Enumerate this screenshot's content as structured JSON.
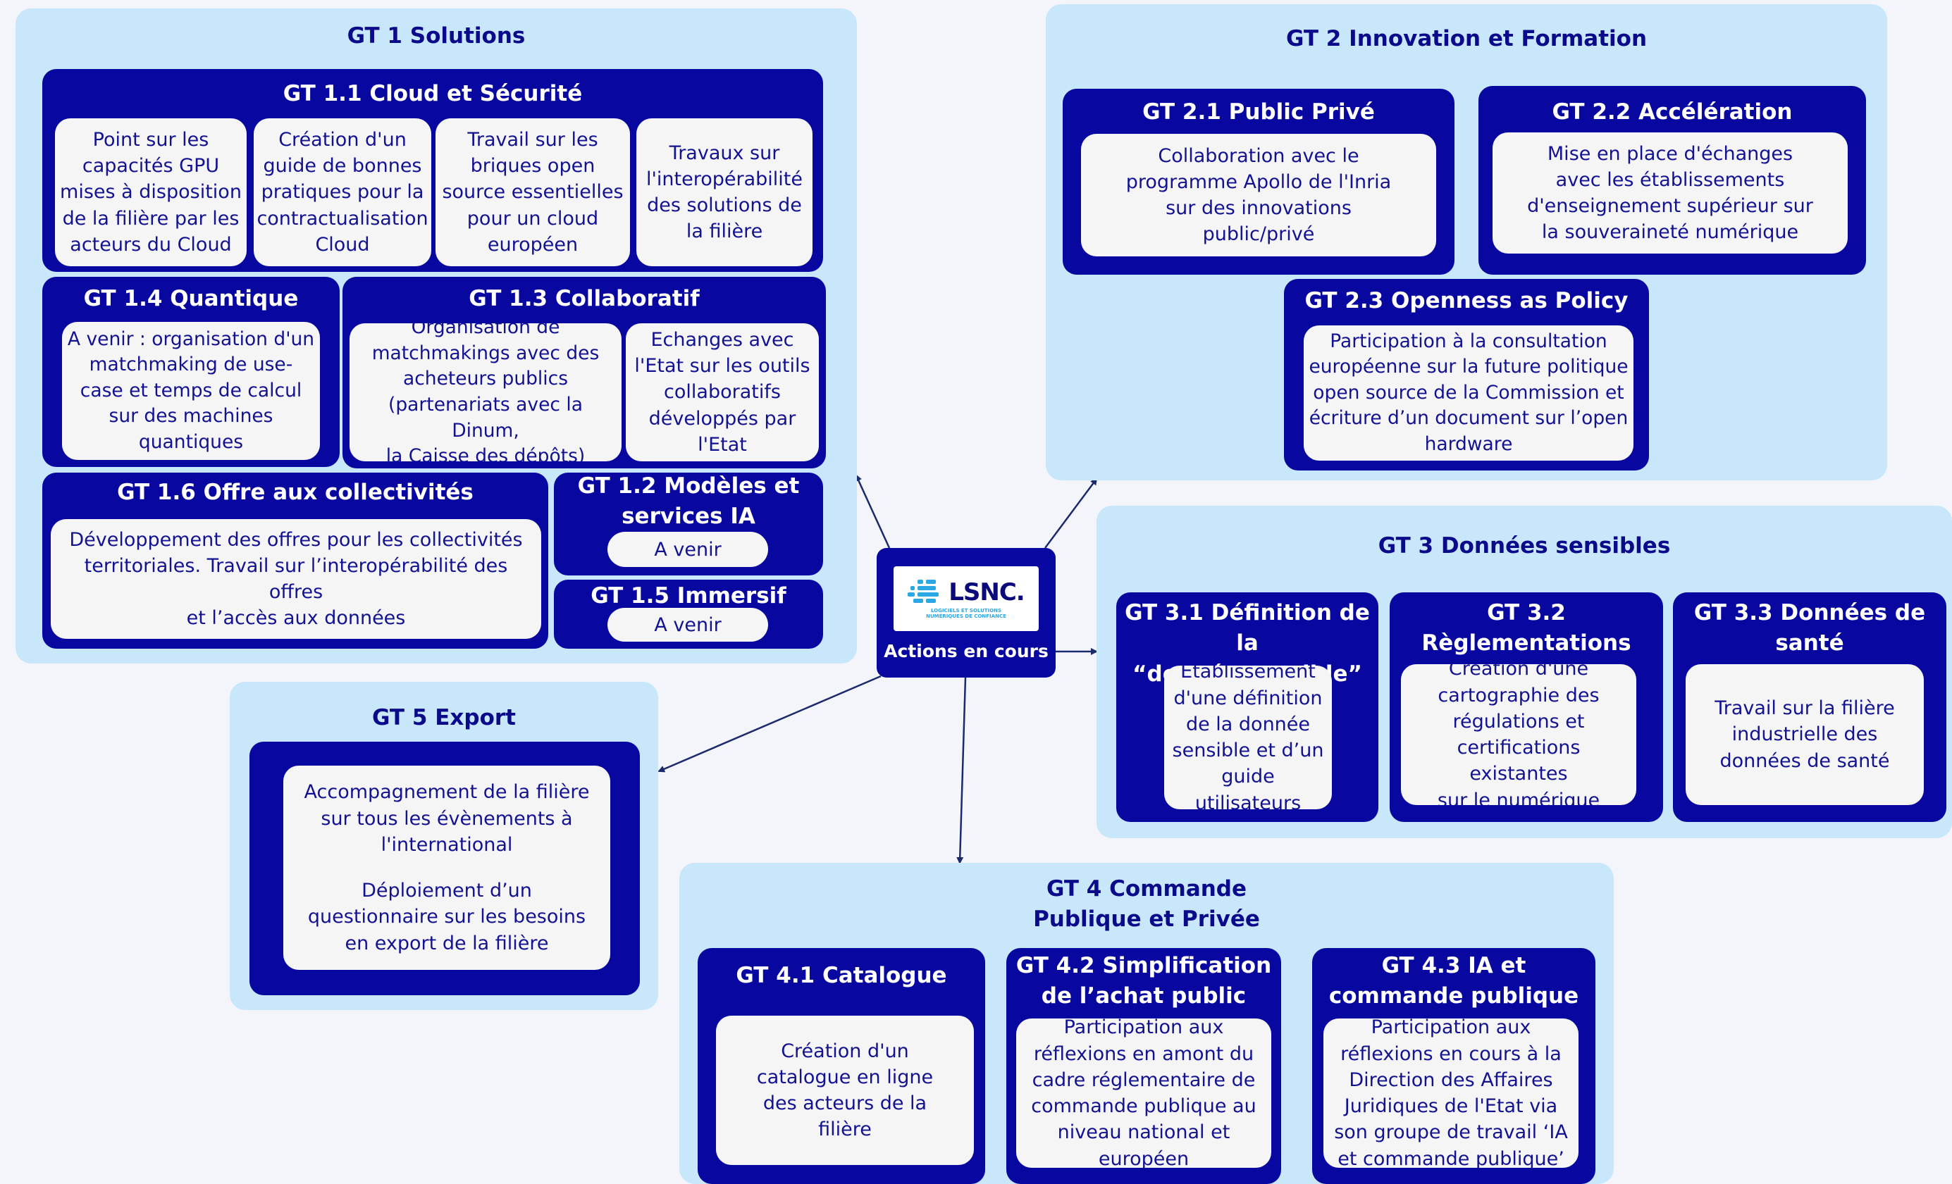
{
  "center": {
    "logo_text": "LSNC.",
    "logo_tagline": "LOGICIELS ET SOLUTIONS NUMÉRIQUES DE CONFIANCE",
    "label": "Actions en cours"
  },
  "gt1": {
    "title": "GT 1 Solutions",
    "g11": {
      "title": "GT 1.1 Cloud et Sécurité",
      "cards": [
        "Point sur les\ncapacités GPU\nmises à disposition\nde la filière par les\nacteurs du Cloud",
        "Création d'un\nguide de bonnes\npratiques pour la\ncontractualisation\nCloud",
        "Travail sur les\nbriques open\nsource essentielles\npour un cloud\neuropéen",
        "Travaux sur\nl'interopérabilité\ndes solutions de\nla filière"
      ]
    },
    "g14": {
      "title": "GT 1.4 Quantique",
      "card": "A venir : organisation d'un\nmatchmaking de use-\ncase et temps de calcul\nsur des machines\nquantiques"
    },
    "g13": {
      "title": "GT 1.3 Collaboratif",
      "cards": [
        "Organisation de\nmatchmakings avec des\nacheteurs publics\n(partenariats avec la Dinum,\nla Caisse des dépôts)",
        "Echanges avec\nl'Etat sur les outils\ncollaboratifs\ndéveloppés par\nl'Etat"
      ]
    },
    "g16": {
      "title": "GT 1.6 Offre aux collectivités",
      "card": "Développement des offres pour les collectivités\nterritoriales. Travail sur l’interopérabilité des offres\net l’accès aux données"
    },
    "g12": {
      "title": "GT 1.2 Modèles et\nservices IA",
      "pill": "A venir"
    },
    "g15": {
      "title": "GT 1.5 Immersif",
      "pill": "A venir"
    }
  },
  "gt2": {
    "title": "GT 2 Innovation et Formation",
    "g21": {
      "title": "GT 2.1 Public Privé",
      "card": "Collaboration avec le\nprogramme Apollo de l'Inria\nsur des innovations\npublic/privé"
    },
    "g22": {
      "title": "GT 2.2 Accélération",
      "card": "Mise en place d'échanges\navec les établissements\nd'enseignement supérieur sur\nla souveraineté numérique"
    },
    "g23": {
      "title": "GT 2.3 Openness as Policy",
      "card": "Participation à la consultation\neuropéenne sur la future politique\nopen source de la Commission et\nécriture d’un document sur l’open\nhardware"
    }
  },
  "gt3": {
    "title": "GT 3 Données sensibles",
    "g31": {
      "title": "GT 3.1 Définition de la\n“donnée sensible”",
      "card": "Etablissement\nd'une définition\nde la donnée\nsensible et d’un\nguide utilisateurs"
    },
    "g32": {
      "title": "GT 3.2 Règlementations\net certification",
      "card": "Création d'une\ncartographie des\nrégulations et\ncertifications existantes\nsur le numérique"
    },
    "g33": {
      "title": "GT 3.3 Données de\nsanté",
      "card": "Travail sur la filière\nindustrielle des\ndonnées de santé"
    }
  },
  "gt4": {
    "title": "GT 4 Commande\nPublique et Privée",
    "g41": {
      "title": "GT 4.1 Catalogue",
      "card": "Création d'un\ncatalogue en ligne\ndes acteurs de la\nfilière"
    },
    "g42": {
      "title": "GT 4.2 Simplification\nde l’achat public",
      "card": "Participation aux\nréflexions en amont du\ncadre réglementaire de\ncommande publique au\nniveau national et\neuropéen"
    },
    "g43": {
      "title": "GT 4.3 IA et\ncommande publique",
      "card": "Participation aux\nréflexions en cours à la\nDirection des Affaires\nJuridiques de l'Etat via\nson groupe de travail ‘IA\net commande publique’"
    }
  },
  "gt5": {
    "title": "GT 5 Export",
    "card1": "Accompagnement de la filière\nsur tous les évènements à\nl'international",
    "card2": "Déploiement d’un\nquestionnaire sur les besoins\nen export de la filière"
  },
  "colors": {
    "lane": "#c9e7fb",
    "dark": "#0808a0",
    "card": "#f5f5f5",
    "background": "#f3f5fb",
    "accent_text": "#0a0a8a"
  }
}
